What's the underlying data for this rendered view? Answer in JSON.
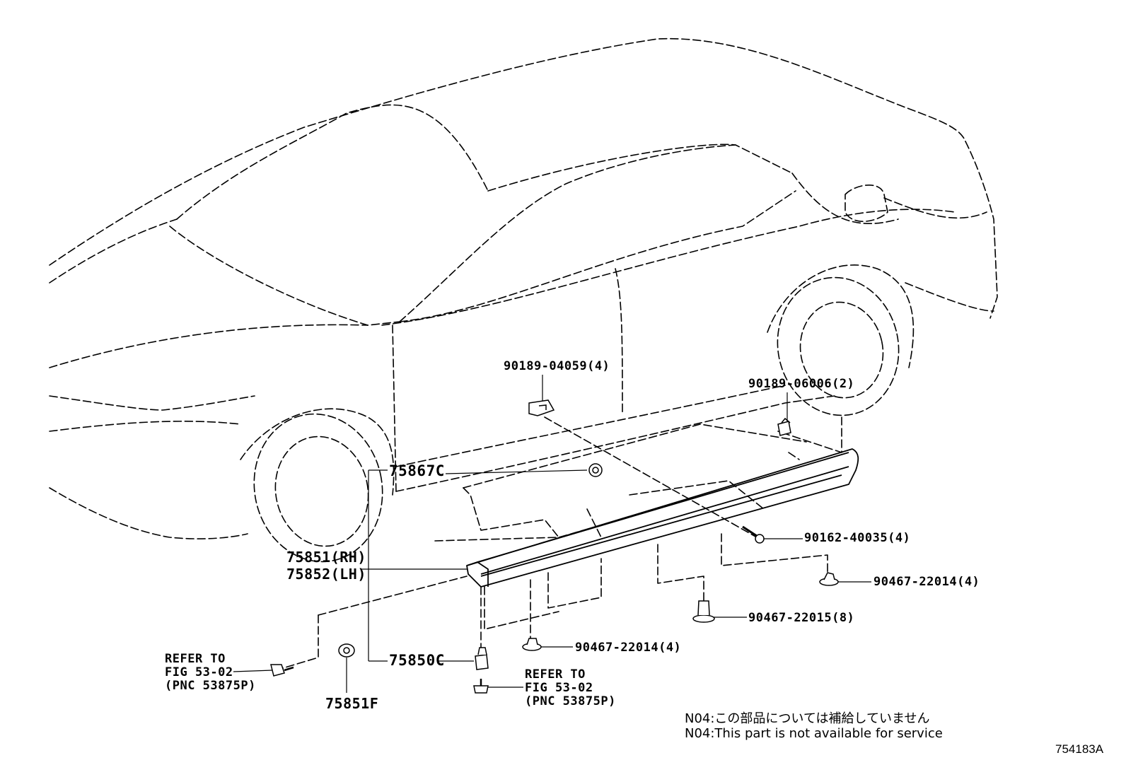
{
  "diagram": {
    "parts": {
      "p1": "90189-04059(4)",
      "p2": "90189-06006(2)",
      "p3": "75867C",
      "p4a": "75851(RH)",
      "p4b": "75852(LH)",
      "p5": "90162-40035(4)",
      "p6": "90467-22014(4)",
      "p7": "90467-22015(8)",
      "p8": "90467-22014(4)",
      "p9": "75850C",
      "p10": "75851F"
    },
    "refer_left": [
      "REFER TO",
      "FIG 53-02",
      "(PNC 53875P)"
    ],
    "refer_bottom": [
      "REFER TO",
      "FIG 53-02",
      "(PNC 53875P)"
    ],
    "notes": [
      "N04:この部品については補給していません",
      "N04:This part is not available for service"
    ],
    "figure_id": "754183A"
  }
}
